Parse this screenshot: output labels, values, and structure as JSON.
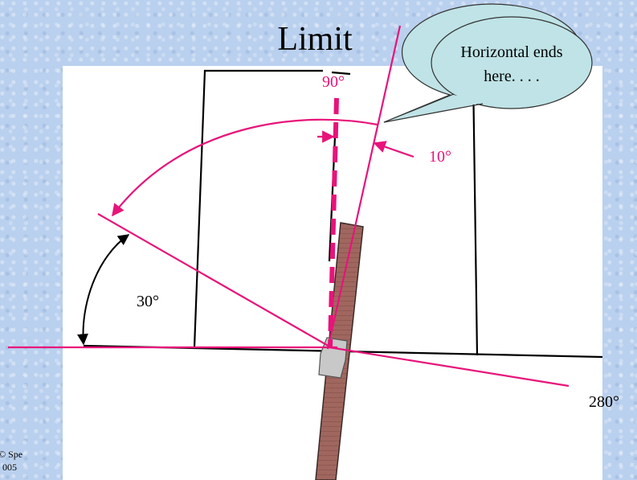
{
  "title": "Limit",
  "callout": {
    "text_line1": "Horizontal ends",
    "text_line2": "here. . . ."
  },
  "labels": {
    "angle_90": "90°",
    "angle_10": "10°",
    "angle_30": "30°",
    "angle_280": "280°"
  },
  "copyright": {
    "line1": "© Spe",
    "line2": "005"
  },
  "colors": {
    "accent": "#e8137a",
    "callout_fill": "#bfe3e6",
    "board": "#ffffff",
    "stick": "#a0675f"
  }
}
